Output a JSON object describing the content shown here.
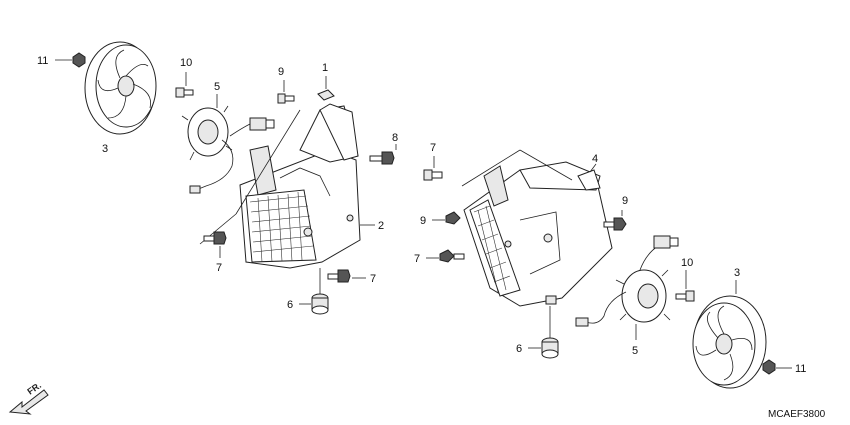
{
  "diagram": {
    "labels": {
      "l1": "1",
      "l2": "2",
      "l3a": "3",
      "l3b": "3",
      "l4": "4",
      "l5a": "5",
      "l5b": "5",
      "l6a": "6",
      "l6b": "6",
      "l7a": "7",
      "l7b": "7",
      "l7c": "7",
      "l7d": "7",
      "l8": "8",
      "l9a": "9",
      "l9b": "9",
      "l9c": "9",
      "l10a": "10",
      "l10b": "10",
      "l11a": "11",
      "l11b": "11"
    },
    "direction_mark": "FR.",
    "part_code": "MCAEF3800"
  },
  "colors": {
    "line": "#222222",
    "background": "#ffffff"
  }
}
